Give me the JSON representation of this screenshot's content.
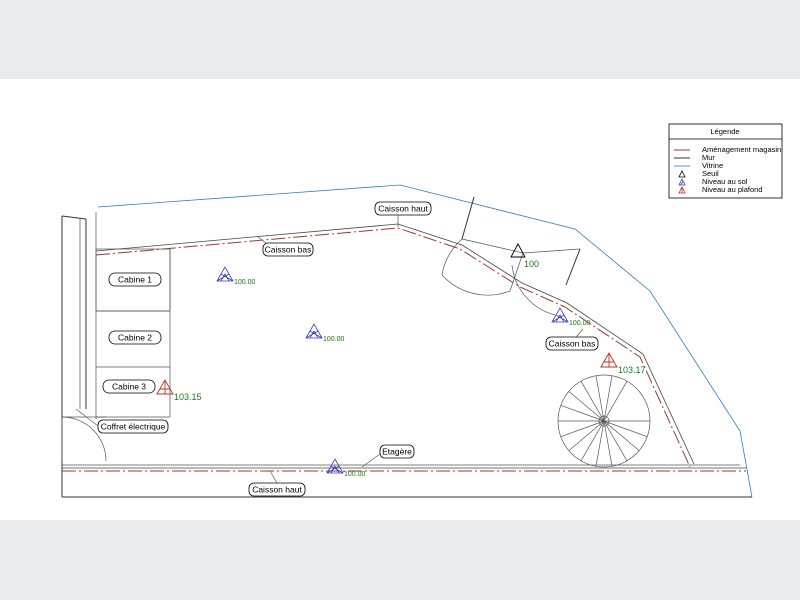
{
  "labels": {
    "caisson_haut_top": "Caisson haut",
    "caisson_bas_top": "Caisson bas",
    "cabine_1": "Cabine 1",
    "cabine_2": "Cabine 2",
    "cabine_3": "Cabine 3",
    "coffret": "Coffret électrique",
    "etagere": "Etagère",
    "caisson_haut_bottom": "Caisson haut",
    "caisson_bas_right": "Caisson bas"
  },
  "levels": {
    "sol_1": "100.00",
    "sol_2": "100.00",
    "sol_3": "100.00",
    "sol_4": "100.00",
    "seuil": "100",
    "plafond_1": "103.15",
    "plafond_2": "103.17"
  },
  "legend": {
    "title": "Légende",
    "items": [
      {
        "label": "Aménagement magasin",
        "symbol": "line",
        "color": "#9b3a2a"
      },
      {
        "label": "Mur",
        "symbol": "line",
        "color": "#333333"
      },
      {
        "label": "Vitrine",
        "symbol": "line",
        "color": "#2f7fc9"
      },
      {
        "label": "Seuil",
        "symbol": "triangle",
        "color": "#000000"
      },
      {
        "label": "Niveau au sol",
        "symbol": "triangle",
        "color": "#3b3bbf"
      },
      {
        "label": "Niveau au plafond",
        "symbol": "triangle",
        "color": "#c0302a"
      }
    ]
  },
  "colors": {
    "sol_marker": "#3b3bbf",
    "plafond_marker": "#c0302a",
    "level_text": "#1a7a1a"
  }
}
